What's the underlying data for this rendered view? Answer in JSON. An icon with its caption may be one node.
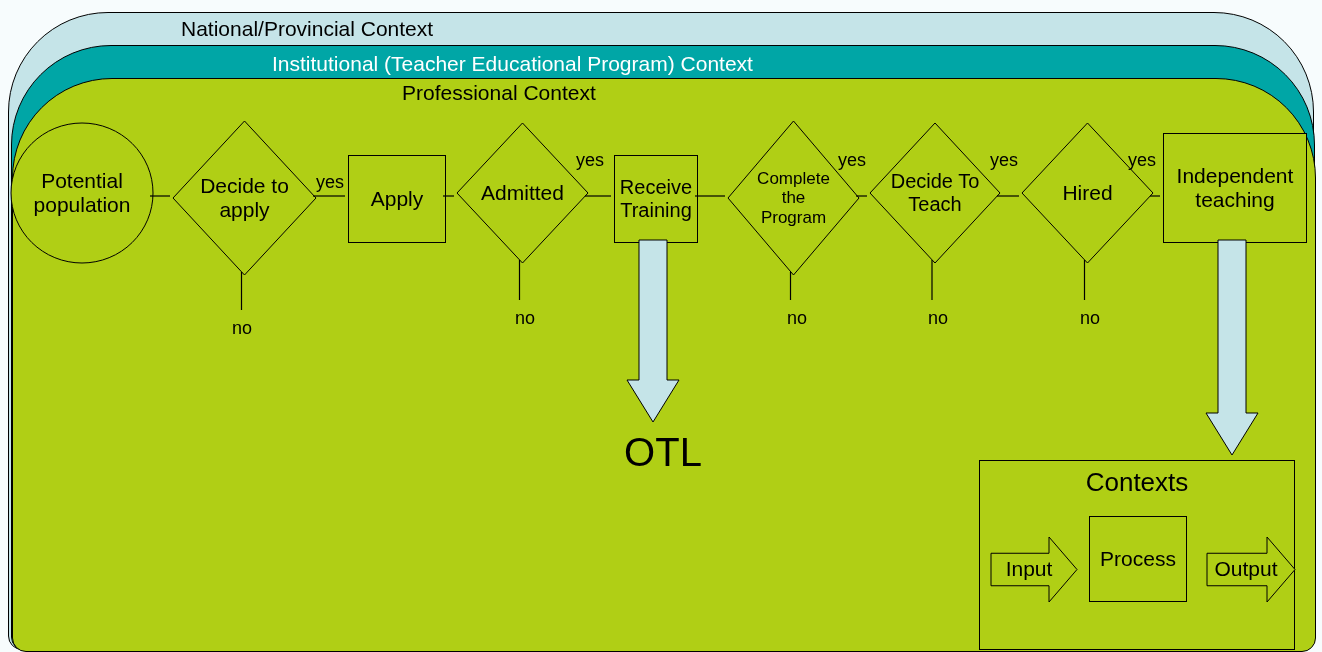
{
  "diagram": {
    "nodes": [
      {
        "text": [
          "National/Provincial Context"
        ]
      },
      {
        "text": [
          "Institutional (Teacher Educational Program) Context"
        ],
        "in": 0
      },
      {
        "text": [
          "Professional Context"
        ],
        "in": 1
      },
      {
        "text": [
          "Potential population"
        ],
        "in": 2
      },
      {
        "text": [
          "Decide to apply"
        ],
        "in": 2
      },
      {
        "text": [
          "Apply"
        ],
        "in": 2
      },
      {
        "text": [
          "Admitted"
        ],
        "in": 2
      },
      {
        "text": [
          "Receive Training"
        ],
        "in": 2
      },
      {
        "text": [
          "Complete the Program"
        ],
        "in": 2
      },
      {
        "text": [
          "Decide To Teach"
        ],
        "in": 2
      },
      {
        "text": [
          "Hired"
        ],
        "in": 2
      },
      {
        "text": [
          "Independent teaching"
        ],
        "in": 2
      },
      {
        "text": [
          "no"
        ],
        "in": 2
      },
      {
        "text": [
          "no"
        ],
        "in": 2
      },
      {
        "text": [
          "no"
        ],
        "in": 2
      },
      {
        "text": [
          "no"
        ],
        "in": 2
      },
      {
        "text": [
          "no"
        ],
        "in": 2
      },
      {
        "text": [
          "OTL"
        ],
        "in": 2
      },
      {
        "text": [
          "Contexts"
        ],
        "in": 2
      },
      {
        "text": [
          "Input"
        ],
        "in": 18
      },
      {
        "text": [
          "Process"
        ],
        "in": 18
      },
      {
        "text": [
          "Output"
        ],
        "in": 18
      }
    ],
    "edges": [
      {
        "from": 3,
        "to": 4,
        "arrow": "none"
      },
      {
        "from": 4,
        "to": 5,
        "arrow": "none",
        "label": "yes"
      },
      {
        "from": 5,
        "to": 6,
        "arrow": "none"
      },
      {
        "from": 6,
        "to": 7,
        "arrow": "none",
        "label": "yes"
      },
      {
        "from": 7,
        "to": 8,
        "arrow": "none"
      },
      {
        "from": 8,
        "to": 9,
        "arrow": "none",
        "label": "yes"
      },
      {
        "from": 9,
        "to": 10,
        "arrow": "none",
        "label": "yes"
      },
      {
        "from": 10,
        "to": 11,
        "arrow": "none",
        "label": "yes"
      },
      {
        "from": 4,
        "to": 12,
        "arrow": "none"
      },
      {
        "from": 6,
        "to": 13,
        "arrow": "none"
      },
      {
        "from": 8,
        "to": 14,
        "arrow": "none"
      },
      {
        "from": 9,
        "to": 15,
        "arrow": "none"
      },
      {
        "from": 10,
        "to": 16,
        "arrow": "none"
      },
      {
        "from": 7,
        "to": 17,
        "arrow": "to",
        "style": "thick",
        "color": "#c5e4e8"
      },
      {
        "from": 11,
        "to": 18,
        "arrow": "to",
        "style": "thick",
        "color": "#c5e4e8"
      }
    ]
  }
}
